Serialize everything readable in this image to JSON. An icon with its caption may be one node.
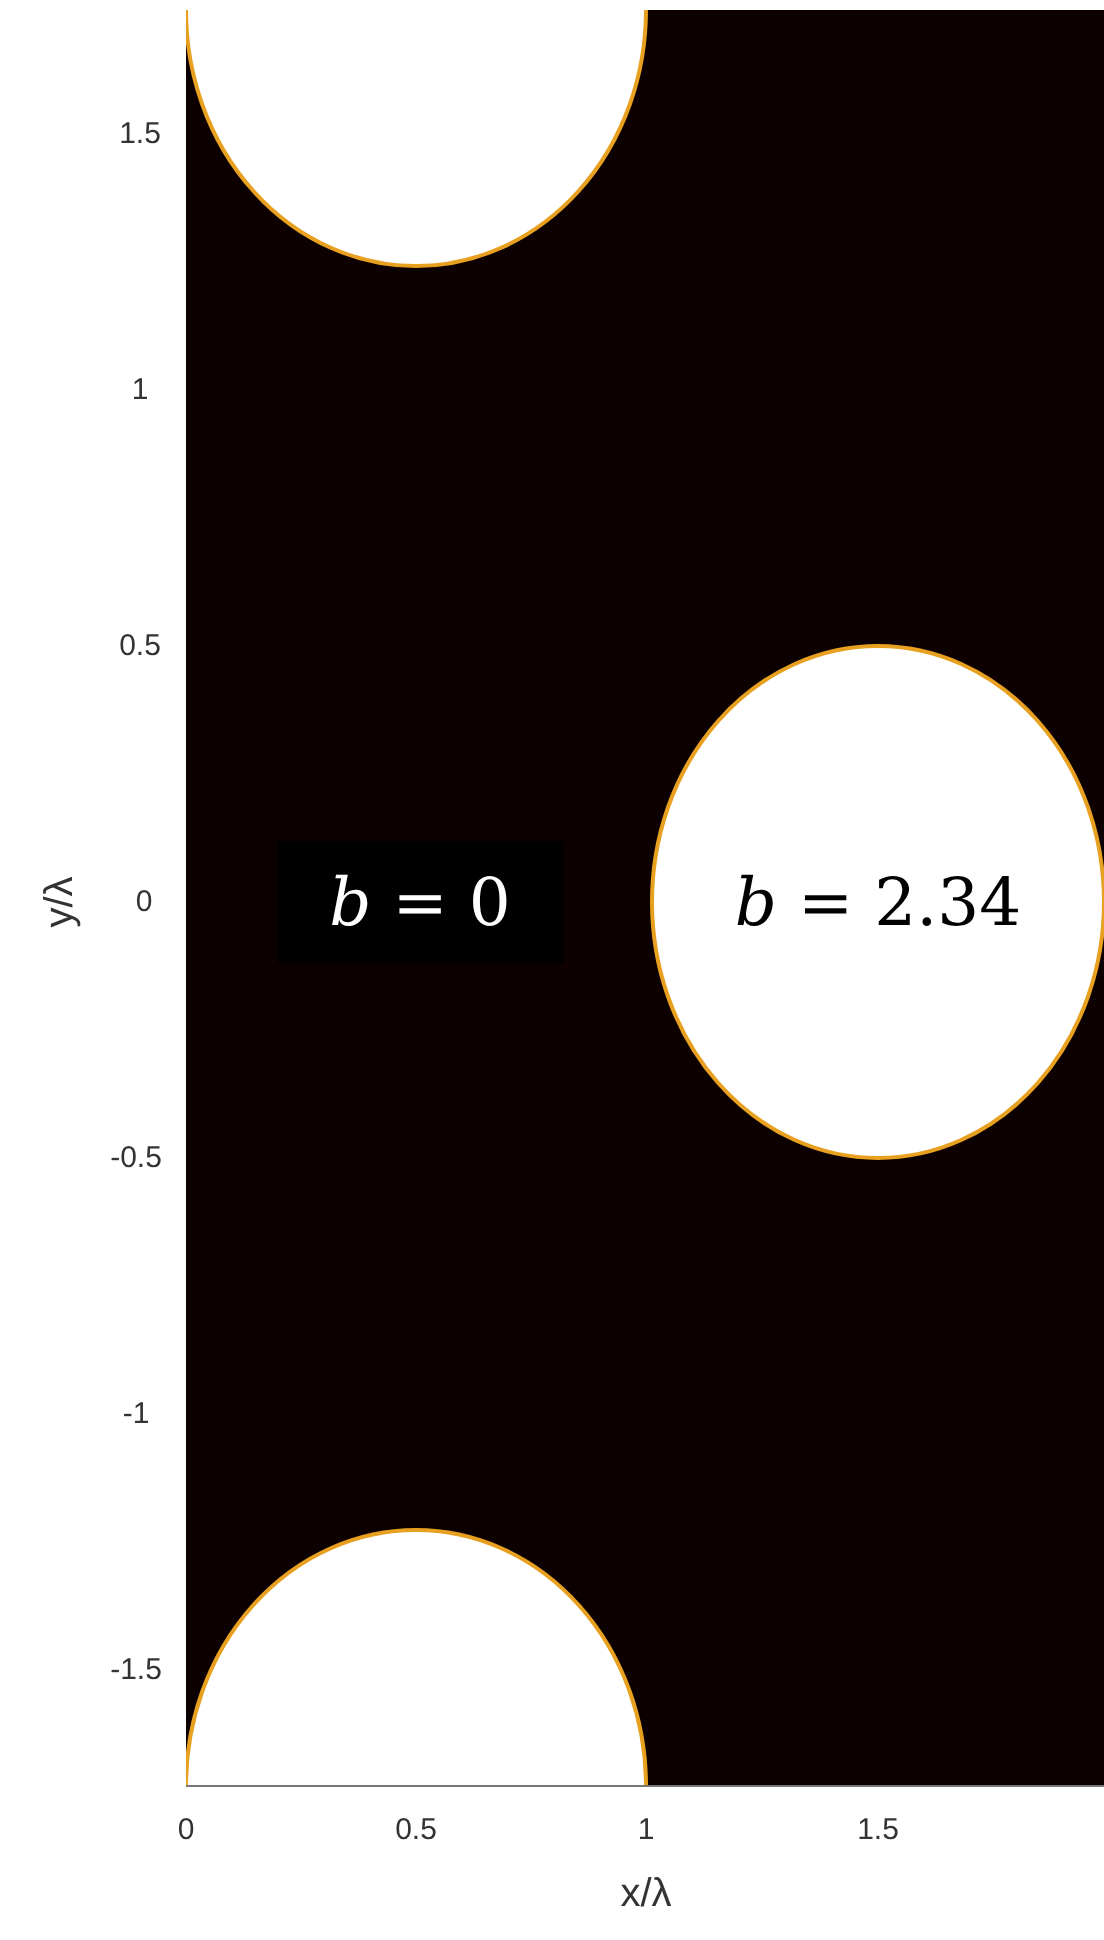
{
  "diagram": {
    "labels": [
      "1.5",
      "1",
      "0.5",
      "y/λ",
      "0",
      "*b* = 0",
      "*b* = 2.34",
      "-0.5",
      "-1",
      "-1.5",
      "0",
      "0.5",
      "1",
      "1.5",
      "x/λ"
    ]
  }
}
